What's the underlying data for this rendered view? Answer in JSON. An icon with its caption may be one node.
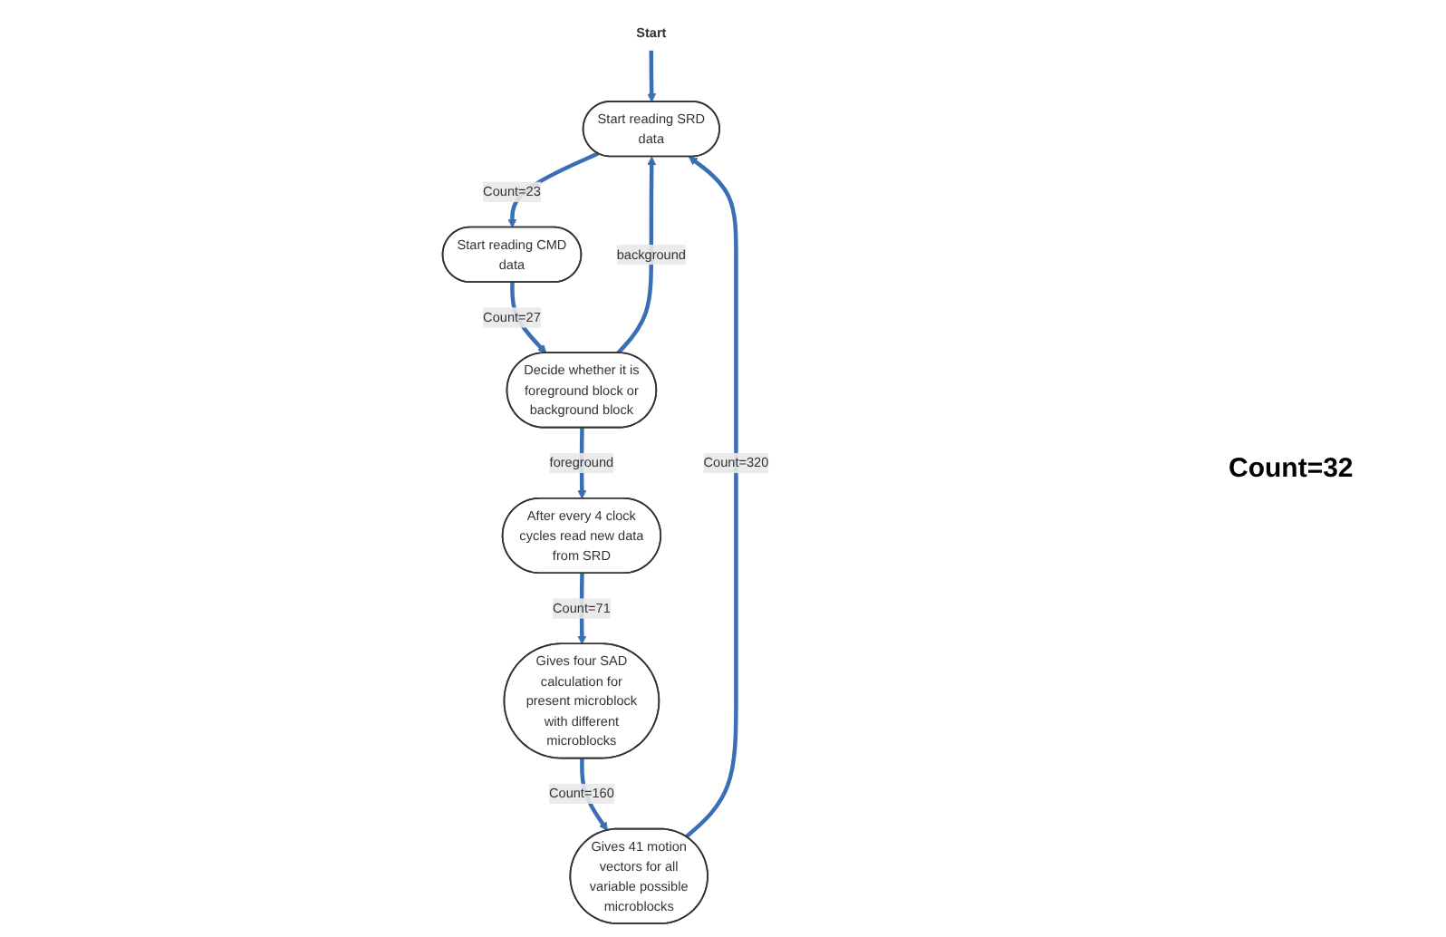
{
  "diagram": {
    "nodes": [
      {
        "text": [
          "Start"
        ]
      },
      {
        "text": [
          "Start reading SRD data"
        ]
      },
      {
        "text": [
          "Start reading CMD data"
        ]
      },
      {
        "text": [
          "Decide whether it is foreground block or background block"
        ]
      },
      {
        "text": [
          "After every 4 clock cycles read new data from SRD"
        ]
      },
      {
        "text": [
          "Gives four SAD calculation for present microblock with different microblocks"
        ]
      },
      {
        "text": [
          "Gives 41 motion vectors for all variable possible microblocks"
        ]
      }
    ],
    "edges": [
      {
        "from": 0,
        "to": 1,
        "arrow": "to"
      },
      {
        "from": 1,
        "to": 2,
        "arrow": "to",
        "label": "Count=23"
      },
      {
        "from": 2,
        "to": 3,
        "arrow": "to",
        "label": "Count=27"
      },
      {
        "from": 3,
        "to": 1,
        "arrow": "to",
        "label": "background"
      },
      {
        "from": 3,
        "to": 4,
        "arrow": "to",
        "label": "foreground"
      },
      {
        "from": 4,
        "to": 5,
        "arrow": "to",
        "label": "Count=71"
      },
      {
        "from": 5,
        "to": 6,
        "arrow": "to",
        "label": "Count=160"
      },
      {
        "from": 6,
        "to": 1,
        "arrow": "to",
        "label": "Count=320"
      }
    ],
    "labels": [
      "Count=32"
    ]
  }
}
